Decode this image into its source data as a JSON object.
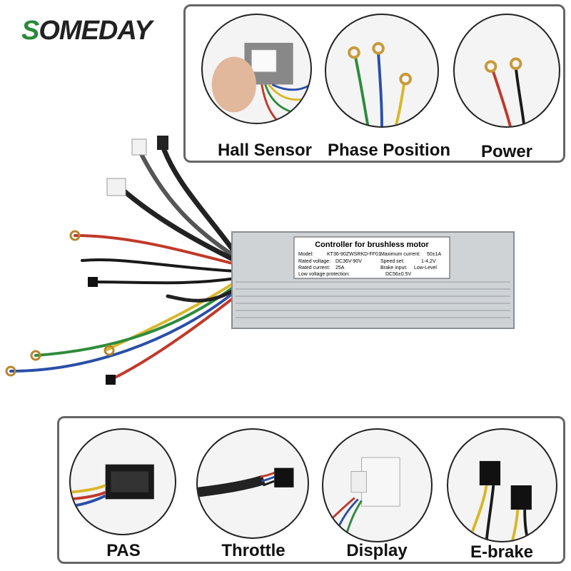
{
  "brand": {
    "first": "S",
    "rest": "OMEDAY"
  },
  "top_connectors": [
    {
      "label": "Hall Sensor"
    },
    {
      "label": "Phase Position"
    },
    {
      "label": "Power"
    }
  ],
  "bottom_connectors": [
    {
      "label": "PAS"
    },
    {
      "label": "Throttle"
    },
    {
      "label": "Display"
    },
    {
      "label": "E-brake"
    }
  ],
  "controller_label": {
    "title": "Controller for brushless motor",
    "model_key": "Model:",
    "model_val": "KT36-90ZWSRKD-FF01",
    "max_current_key": "Maximum current:",
    "max_current_val": "50±1A",
    "rated_voltage_key": "Rated voltage:",
    "rated_voltage_val": "DC36V-90V",
    "speed_set_key": "Speed set:",
    "speed_set_val": "1-4.2V",
    "rated_current_key": "Rated current:",
    "rated_current_val": "25A",
    "brake_input_key": "Brake input:",
    "brake_input_val": "Low-Level",
    "low_voltage_key": "Low voltage protection:",
    "low_voltage_val": "DC56±0.5V"
  },
  "colors": {
    "panel_border": "#666666",
    "wire_red": "#c0392b",
    "wire_black": "#1a1a1a",
    "wire_blue": "#2a4fa8",
    "wire_green": "#2e8b3c",
    "wire_yellow": "#d8b72a",
    "casing": "#cfd3d6"
  }
}
